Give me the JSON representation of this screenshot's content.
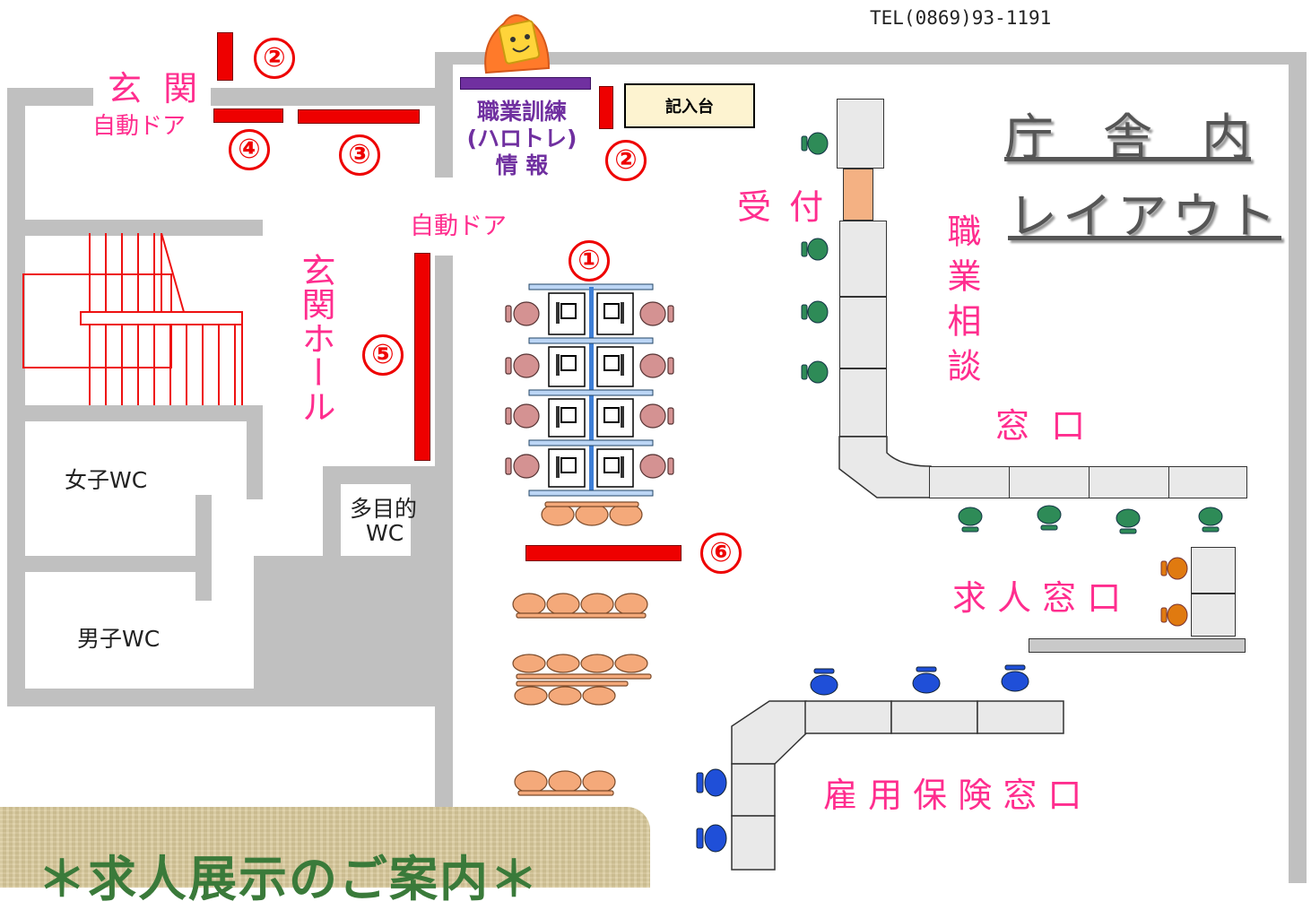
{
  "header": {
    "tel": "TEL(0869)93-1191"
  },
  "title": {
    "line1": "庁　舎　内",
    "line2": "レイアウト"
  },
  "labels": {
    "entrance": "玄 関",
    "auto_door_left": "自動ドア",
    "auto_door_center": "自動ドア",
    "training_info": "職業訓練\n(ハロトレ)\n情 報",
    "writing_desk": "記入台",
    "reception": "受 付",
    "consultation_vertical": "職業相談",
    "consultation_window": "窓 口",
    "entrance_hall": "玄関ホール",
    "womens_wc": "女子WC",
    "mens_wc": "男子WC",
    "multipurpose_wc_1": "多目的",
    "multipurpose_wc_2": "WC",
    "job_window": "求 人 窓 口",
    "insurance_window": "雇 用 保 険 窓 口",
    "banner": "＊求人展示のご案内＊"
  },
  "markers": [
    "①",
    "②",
    "②",
    "③",
    "④",
    "⑤",
    "⑥"
  ],
  "colors": {
    "wall": "#c0c0c0",
    "marker_red": "#ee0000",
    "label_pink": "#ff2d8e",
    "training_purple": "#7030a0",
    "seat_green": "#2e8b57",
    "seat_orange": "#e07a10",
    "seat_blue": "#1f4fd8",
    "bench_peach": "#f4a97a",
    "banner_bg": "#d9c99a"
  }
}
